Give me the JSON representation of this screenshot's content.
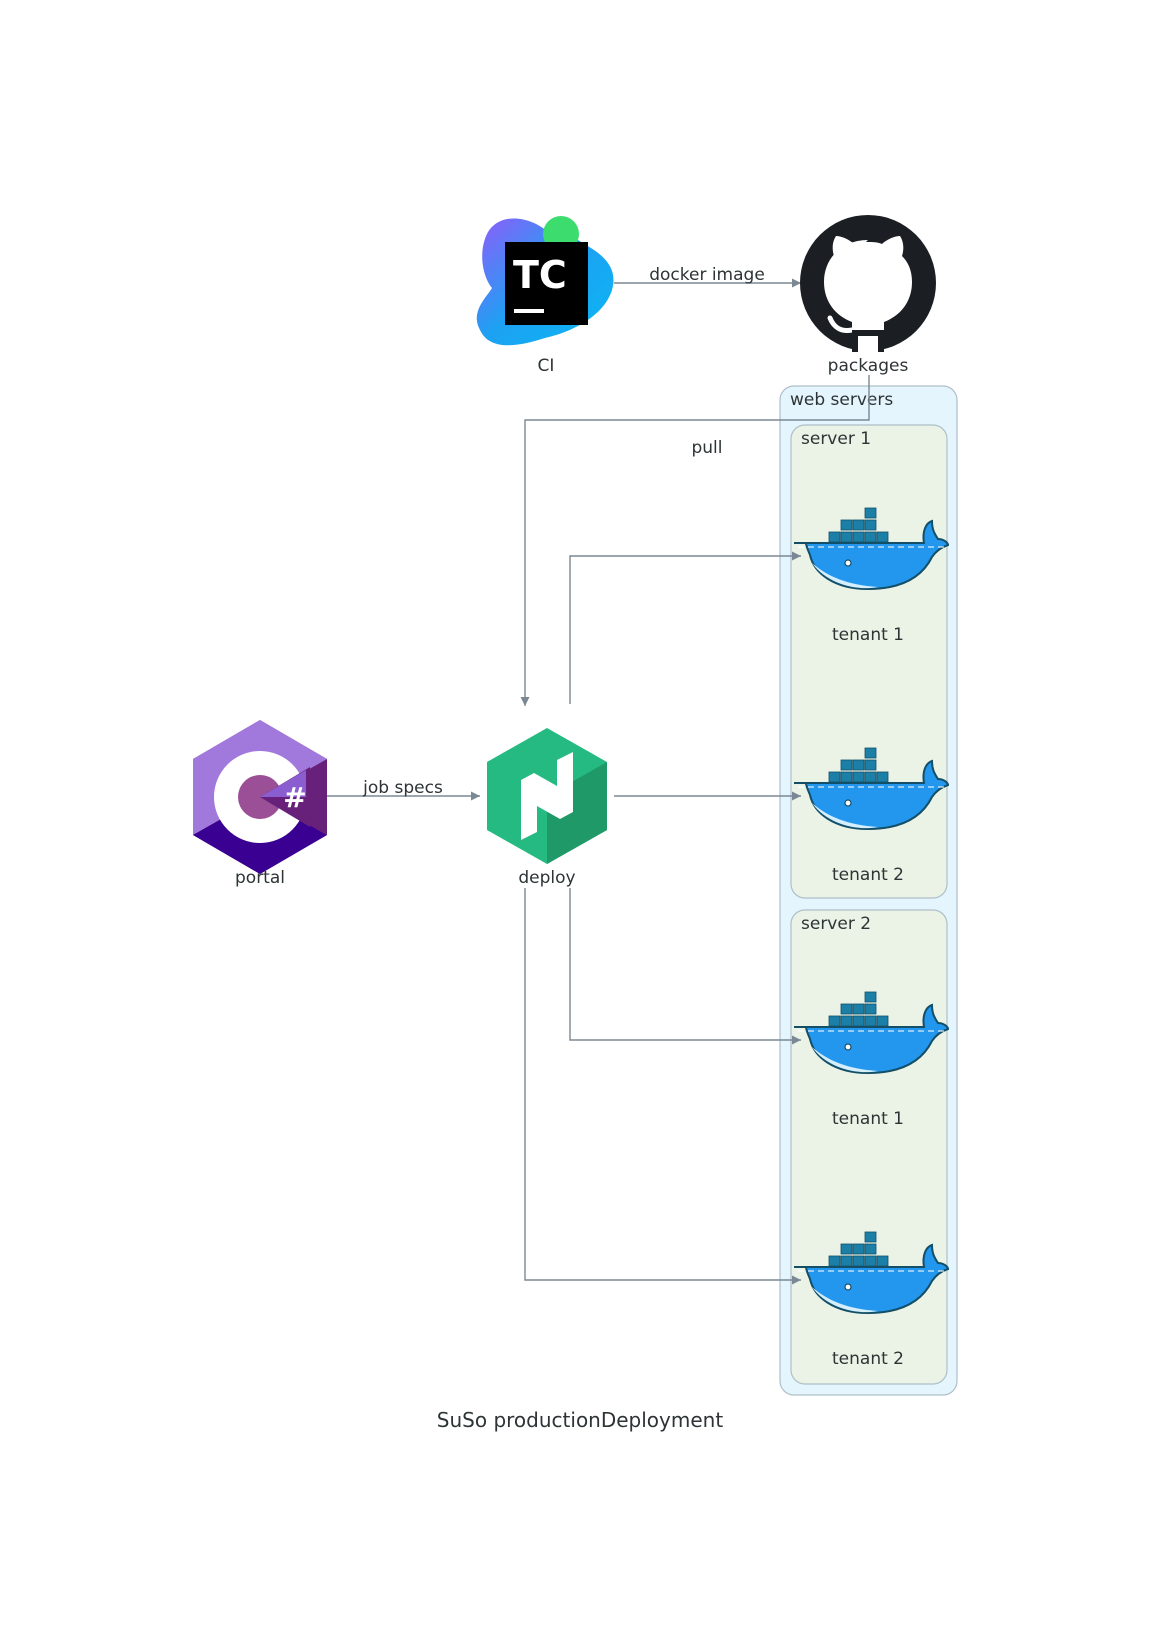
{
  "title": "SuSo productionDeployment",
  "nodes": {
    "ci": {
      "label": "CI",
      "icon": "teamcity-icon"
    },
    "packages": {
      "label": "packages",
      "icon": "github-icon"
    },
    "portal": {
      "label": "portal",
      "icon": "csharp-icon"
    },
    "deploy": {
      "label": "deploy",
      "icon": "nomad-icon"
    },
    "s1t1": {
      "label": "tenant 1",
      "icon": "docker-icon"
    },
    "s1t2": {
      "label": "tenant 2",
      "icon": "docker-icon"
    },
    "s2t1": {
      "label": "tenant 1",
      "icon": "docker-icon"
    },
    "s2t2": {
      "label": "tenant 2",
      "icon": "docker-icon"
    }
  },
  "clusters": {
    "web": "web servers",
    "server1": "server 1",
    "server2": "server 2"
  },
  "edges": {
    "ci_packages": "docker image",
    "packages_deploy": "pull",
    "portal_deploy": "job specs"
  },
  "colors": {
    "edge": "#7b8894",
    "outer_cluster": "#e5f5fd",
    "inner_cluster": "#ebf3e7",
    "nomad": "#25ba81",
    "csharp": "#68217a",
    "docker": "#2396ed",
    "github": "#1b1f23"
  }
}
